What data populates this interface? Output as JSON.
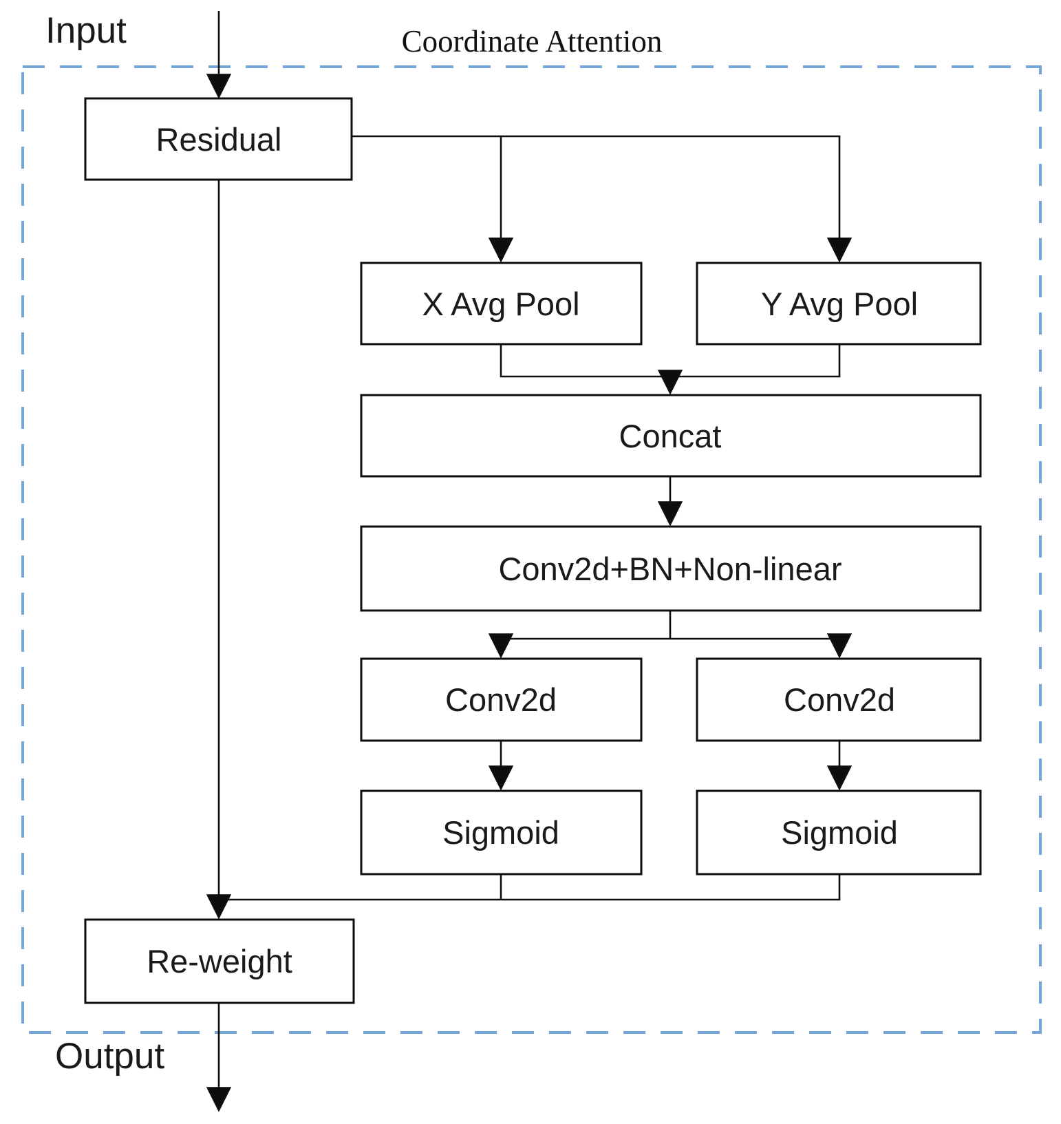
{
  "diagram": {
    "title": "Coordinate Attention",
    "input_label": "Input",
    "output_label": "Output",
    "border_color": "#74a7d8",
    "line_color": "#0d0d0d",
    "nodes": {
      "residual": {
        "label": "Residual"
      },
      "x_avg_pool": {
        "label": "X Avg Pool"
      },
      "y_avg_pool": {
        "label": "Y Avg Pool"
      },
      "concat": {
        "label": "Concat"
      },
      "conv_bn_nonlinear": {
        "label": "Conv2d+BN+Non-linear"
      },
      "conv2d_left": {
        "label": "Conv2d"
      },
      "conv2d_right": {
        "label": "Conv2d"
      },
      "sigmoid_left": {
        "label": "Sigmoid"
      },
      "sigmoid_right": {
        "label": "Sigmoid"
      },
      "reweight": {
        "label": "Re-weight"
      }
    }
  }
}
